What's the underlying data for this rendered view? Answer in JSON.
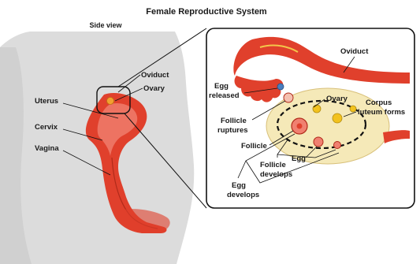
{
  "title": "Female Reproductive System",
  "subtitle": "Side view",
  "side_view_labels": {
    "oviduct": "Oviduct",
    "ovary": "Ovary",
    "uterus": "Uterus",
    "cervix": "Cervix",
    "vagina": "Vagina"
  },
  "inset_labels": {
    "oviduct": "Oviduct",
    "egg_released_1": "Egg",
    "egg_released_2": "released",
    "ovary": "Ovary",
    "corpus_1": "Corpus",
    "corpus_2": "luteum forms",
    "follicle_ruptures_1": "Follicle",
    "follicle_ruptures_2": "ruptures",
    "follicle": "Follicle",
    "egg": "Egg",
    "follicle_develops_1": "Follicle",
    "follicle_develops_2": "develops",
    "egg_develops_1": "Egg",
    "egg_develops_2": "develops"
  },
  "colors": {
    "body": "#dcdcdc",
    "organ": "#e0402c",
    "organ_light": "#f08070",
    "ovary_fill": "#f5e9b8",
    "follicle_yellow": "#f2c21e",
    "egg_blue": "#4a7fc0"
  }
}
